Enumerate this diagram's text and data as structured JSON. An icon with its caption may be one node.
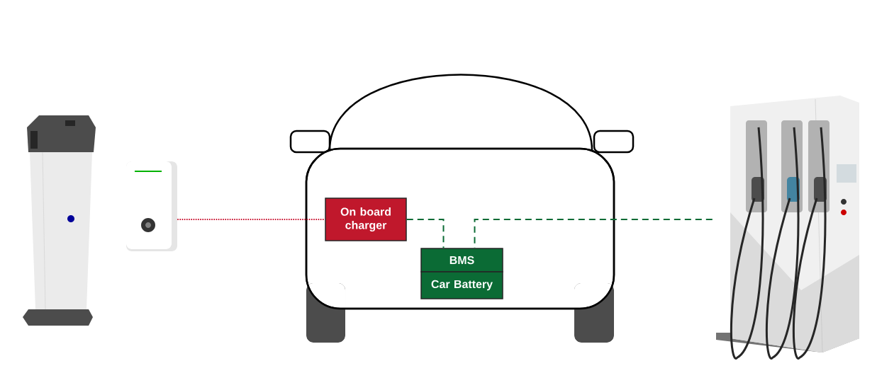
{
  "diagram": {
    "nodes": [
      {
        "text": [],
        "shape": "picture"
      },
      {
        "text": [],
        "shape": "picture"
      },
      {
        "text": [],
        "shape": "picture"
      },
      {
        "text": [
          "On board charger"
        ],
        "in": 2
      },
      {
        "text": [
          "BMS"
        ],
        "in": 2
      },
      {
        "text": [
          "Car Battery"
        ],
        "in": 2
      },
      {
        "text": [],
        "shape": "picture"
      }
    ],
    "edges": [
      {
        "from": 1,
        "to": 3,
        "arrow": "none",
        "style": "dashed",
        "color": "#c8102e"
      },
      {
        "from": 3,
        "to": 4,
        "arrow": "none",
        "style": "dashed",
        "color": "#0b6b35"
      },
      {
        "from": 6,
        "to": 4,
        "arrow": "none",
        "style": "dashed",
        "color": "#0b6b35"
      }
    ]
  }
}
